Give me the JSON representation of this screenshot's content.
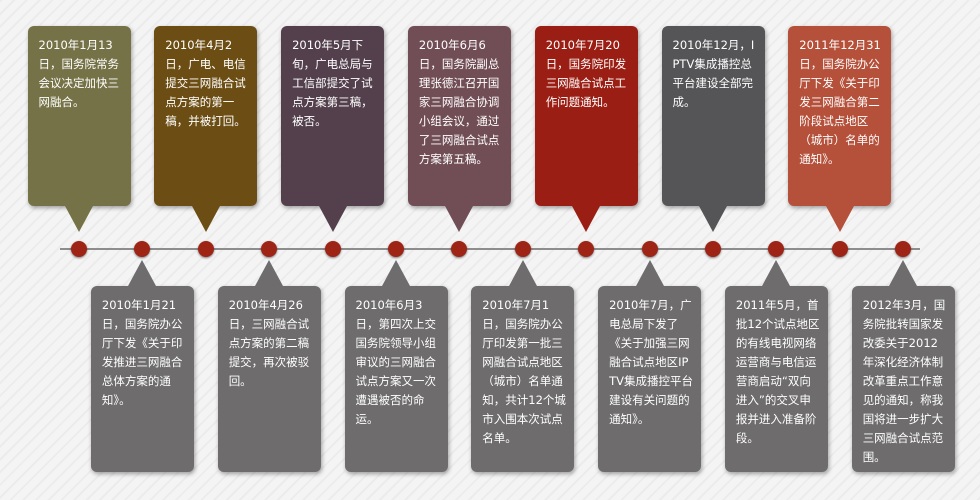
{
  "colors": {
    "dot": "#9e2416",
    "line": "#8d8d8d",
    "bottom_card": "#6e6c6d"
  },
  "events": [
    {
      "pos": "top",
      "color": "#767247",
      "text": "2010年1月13日，国务院常务会议决定加快三网融合。"
    },
    {
      "pos": "bottom",
      "text": "2010年1月21日，国务院办公厅下发《关于印发推进三网融合总体方案的通知》。"
    },
    {
      "pos": "top",
      "color": "#6c4e14",
      "text": "2010年4月2日，广电、电信提交三网融合试点方案的第一稿，并被打回。"
    },
    {
      "pos": "bottom",
      "text": "2010年4月26日，三网融合试点方案的第二稿提交，再次被驳回。"
    },
    {
      "pos": "top",
      "color": "#53404c",
      "text": "2010年5月下旬，广电总局与工信部提交了试点方案第三稿，被否。"
    },
    {
      "pos": "bottom",
      "text": "2010年6月3日，第四次上交国务院领导小组审议的三网融合试点方案又一次遭遇被否的命运。"
    },
    {
      "pos": "top",
      "color": "#714e55",
      "text": "2010年6月6日，国务院副总理张德江召开国家三网融合协调小组会议，通过了三网融合试点方案第五稿。"
    },
    {
      "pos": "bottom",
      "text": "2010年7月1日，国务院办公厅印发第一批三网融合试点地区（城市）名单通知，共计12个城市入围本次试点名单。"
    },
    {
      "pos": "top",
      "color": "#9b1e14",
      "text": "2010年7月20日，国务院印发三网融合试点工作问题通知。"
    },
    {
      "pos": "bottom",
      "text": "2010年7月，广电总局下发了《关于加强三网融合试点地区IPTV集成播控平台建设有关问题的通知》。"
    },
    {
      "pos": "top",
      "color": "#555457",
      "text": "2010年12月，IPTV集成播控总平台建设全部完成。"
    },
    {
      "pos": "bottom",
      "text": "2011年5月，首批12个试点地区的有线电视网络运营商与电信运营商启动“双向进入”的交叉申报并进入准备阶段。"
    },
    {
      "pos": "top",
      "color": "#b5503a",
      "text": "2011年12月31日，国务院办公厅下发《关于印发三网融合第二阶段试点地区（城市）名单的通知》。"
    },
    {
      "pos": "bottom",
      "text": "2012年3月，国务院批转国家发改委关于2012年深化经济体制改革重点工作意见的通知，称我国将进一步扩大三网融合试点范围。"
    }
  ]
}
